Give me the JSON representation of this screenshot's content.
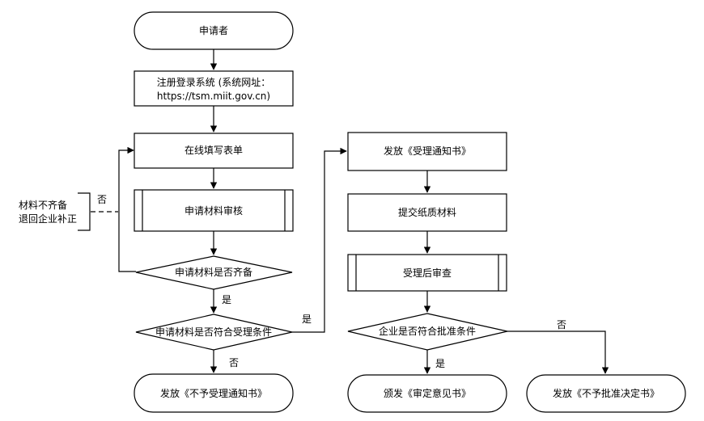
{
  "nodes": {
    "applicant": "申请者",
    "register_line1": "注册登录系统 (系统网址：",
    "register_line2": "https://tsm.miit.gov.cn)",
    "fill_form": "在线填写表单",
    "review": "申请材料审核",
    "materials_complete": "申请材料是否齐备",
    "meets_conditions": "申请材料是否符合受理条件",
    "reject_notice": "发放《不予受理通知书》",
    "issue_notice": "发放《受理通知书》",
    "submit_paper": "提交纸质材料",
    "post_review": "受理后审查",
    "approval_conditions": "企业是否符合批准条件",
    "review_opinion": "颁发《审定意见书》",
    "not_approved": "发放《不予批准决定书》"
  },
  "annotation": {
    "line1": "材料不齐备",
    "line2": "退回企业补正"
  },
  "labels": {
    "no_1": "否",
    "yes_1": "是",
    "yes_2": "是",
    "no_2": "否",
    "no_3": "否",
    "yes_3": "是"
  }
}
